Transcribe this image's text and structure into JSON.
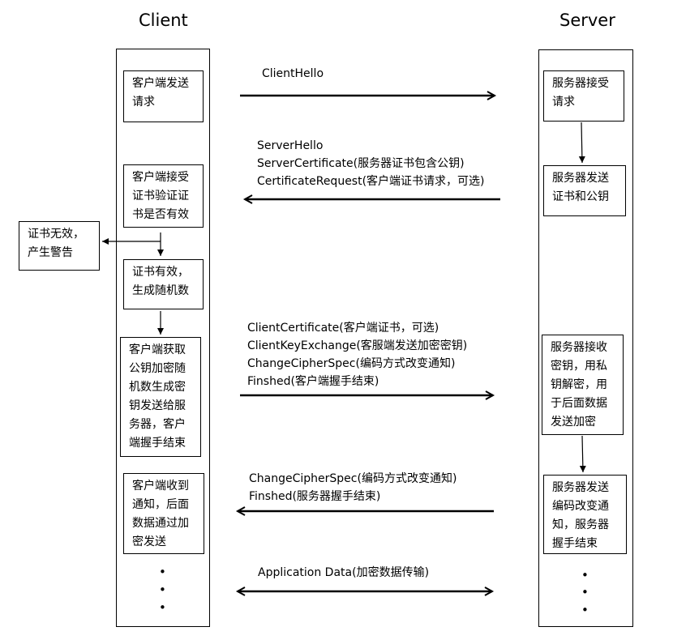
{
  "client_title": "Client",
  "server_title": "Server",
  "client_boxes": [
    {
      "lines": [
        "客户端发送",
        "请求"
      ]
    },
    {
      "lines": [
        "客户端接受",
        "证书验证证",
        "书是否有效"
      ]
    },
    {
      "lines": [
        "证书有效，",
        "生成随机数"
      ]
    },
    {
      "lines": [
        "客户端获取",
        "公钥加密随",
        "机数生成密",
        "钥发送给服",
        "务器，客户",
        "端握手结束"
      ]
    },
    {
      "lines": [
        "客户端收到",
        "通知，后面",
        "数据通过加",
        "密发送"
      ]
    }
  ],
  "invalid_box": {
    "lines": [
      "证书无效，",
      "产生警告"
    ]
  },
  "server_boxes": [
    {
      "lines": [
        "服务器接受",
        "请求"
      ]
    },
    {
      "lines": [
        "服务器发送",
        "证书和公钥"
      ]
    },
    {
      "lines": [
        "服务器接收",
        "密钥，用私",
        "钥解密，用",
        "于后面数据",
        "发送加密"
      ]
    },
    {
      "lines": [
        "服务器发送",
        "编码改变通",
        "知，服务器",
        "握手结束"
      ]
    }
  ],
  "messages": [
    {
      "lines": [
        "ClientHello"
      ]
    },
    {
      "lines": [
        "ServerHello",
        "ServerCertificate(服务器证书包含公钥)",
        "CertificateRequest(客户端证书请求，可选)"
      ]
    },
    {
      "lines": [
        "ClientCertificate(客户端证书，可选)",
        "ClientKeyExchange(客服端发送加密密钥)",
        "ChangeCipherSpec(编码方式改变通知)",
        "Finshed(客户端握手结束)"
      ]
    },
    {
      "lines": [
        "ChangeCipherSpec(编码方式改变通知)",
        "Finshed(服务器握手结束)"
      ]
    },
    {
      "lines": [
        "Application Data(加密数据传输)"
      ]
    }
  ],
  "continuation": "•"
}
